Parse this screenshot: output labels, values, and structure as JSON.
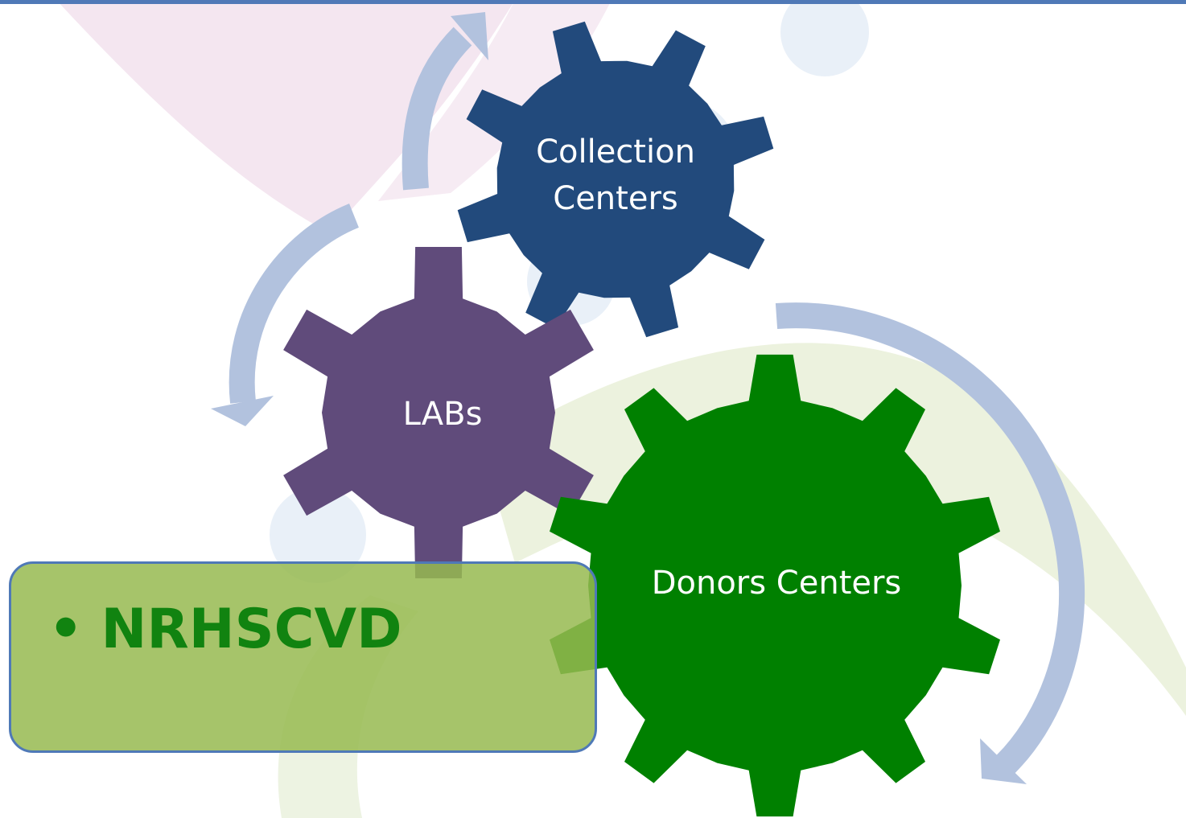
{
  "diagram": {
    "gears": [
      {
        "id": "collection",
        "label_line1": "Collection",
        "label_line2": "Centers",
        "color": "#224a7c"
      },
      {
        "id": "labs",
        "label": "LABs",
        "color": "#604b7b"
      },
      {
        "id": "donors",
        "label": "Donors Centers",
        "color": "#008000"
      }
    ],
    "arrow_color": "#b2c2de",
    "note": {
      "bullet": "•",
      "text": "NRHSCVD",
      "text_color": "#118310",
      "box_color": "#9bbb59",
      "border_color": "#4f79b7"
    }
  },
  "background": {
    "top_rule_color": "#4f79b7",
    "swoosh_pink": "#f4e6f0",
    "swoosh_green": "#ecf2de",
    "circle_blue": "#e9f0f8"
  }
}
